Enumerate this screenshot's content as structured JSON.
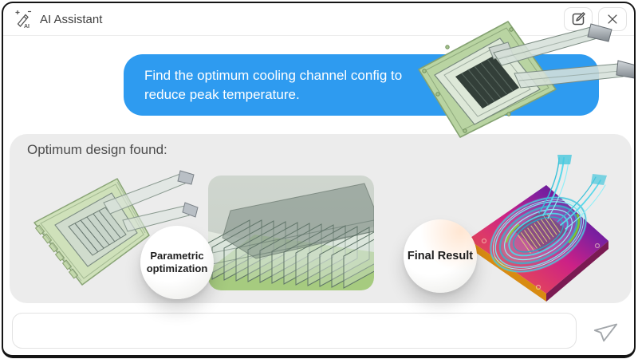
{
  "header": {
    "title": "AI Assistant",
    "icons": {
      "assistant": "magic-wand-ai-icon",
      "compose": "compose-icon",
      "close": "close-icon"
    }
  },
  "chat": {
    "user_message": "Find the optimum cooling channel config to reduce peak temperature.",
    "assistant": {
      "heading": "Optimum design found:",
      "step_labels": [
        "Parametric optimization",
        "Final Result"
      ],
      "images": [
        "cooling-block-cad",
        "cooling-block-wireframe",
        "cooling-channels-closeup",
        "cfd-thermal-result"
      ]
    }
  },
  "composer": {
    "value": "",
    "send_icon": "paper-plane-icon"
  },
  "colors": {
    "user_bubble": "#2e9bf0",
    "assistant_bubble": "#ececec",
    "window_border": "#141414",
    "plate_green": "#b9d4a2",
    "thermal_gradient": [
      "#f6a21c",
      "#cc2186",
      "#43107e"
    ],
    "streamlines": "#49c8dd"
  }
}
